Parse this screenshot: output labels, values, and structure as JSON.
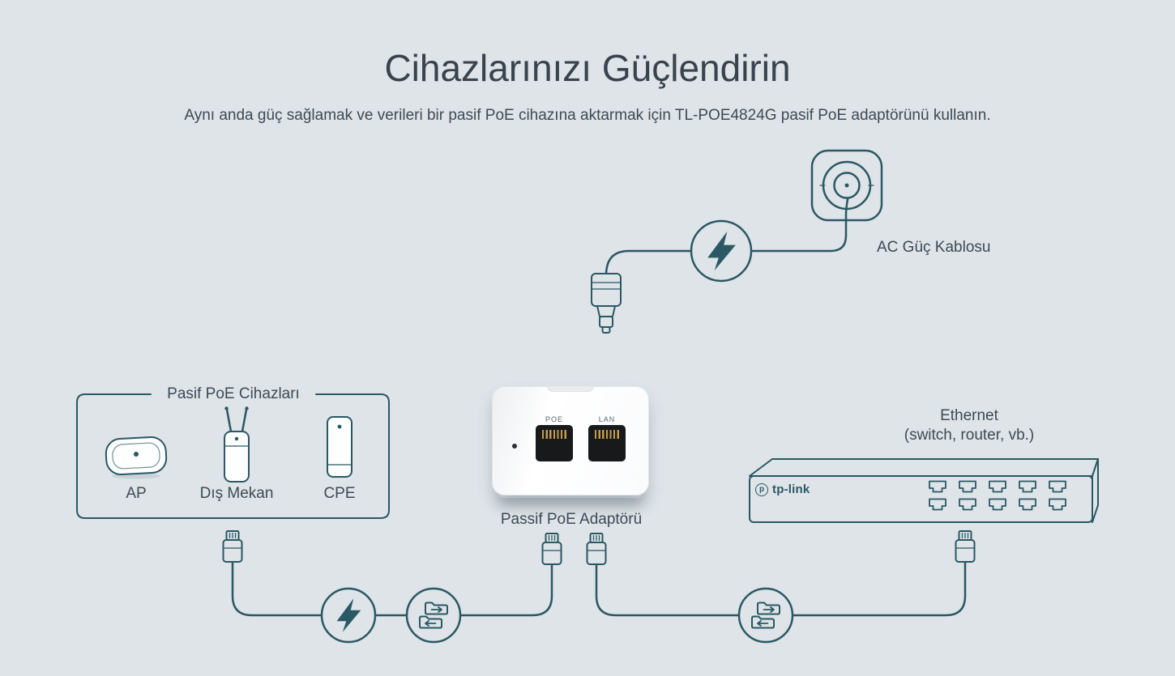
{
  "colors": {
    "bg": "#dee4e8",
    "accent": "#2a5864",
    "text": "#3e4a55"
  },
  "header": {
    "title": "Cihazlarınızı Güçlendirin",
    "subtitle": "Aynı anda güç sağlamak ve verileri bir pasif PoE cihazına aktarmak için TL-POE4824G pasif PoE adaptörünü kullanın."
  },
  "diagram": {
    "ac_cable_label": "AC Güç Kablosu",
    "poe_devices_box": {
      "title": "Pasif PoE Cihazları",
      "items": [
        {
          "label": "AP"
        },
        {
          "label": "Dış Mekan"
        },
        {
          "label": "CPE"
        }
      ]
    },
    "adapter": {
      "label": "Passif PoE Adaptörü",
      "port_poe": "POE",
      "port_lan": "LAN"
    },
    "ethernet": {
      "line1": "Ethernet",
      "line2": "(switch, router, vb.)"
    },
    "switch_logo": {
      "mark": "p",
      "text": "tp-link"
    }
  }
}
